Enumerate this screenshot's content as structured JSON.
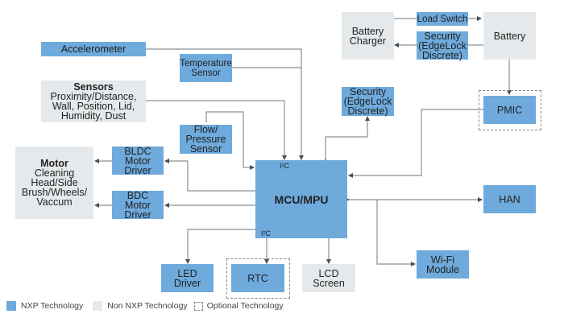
{
  "blocks": {
    "accelerometer": "Accelerometer",
    "temperature_sensor": [
      "Temperature",
      "Sensor"
    ],
    "sensors": {
      "title": "Sensors",
      "lines": [
        "Proximity/Distance,",
        "Wall, Position, Lid,",
        "Humidity, Dust"
      ]
    },
    "flow_sensor": [
      "Flow/",
      "Pressure",
      "Sensor"
    ],
    "motor": {
      "title": "Motor",
      "lines": [
        "Cleaning",
        "Head/Side",
        "Brush/Wheels/",
        "Vaccum"
      ]
    },
    "bldc_driver": [
      "BLDC",
      "Motor",
      "Driver"
    ],
    "bdc_driver": [
      "BDC",
      "Motor",
      "Driver"
    ],
    "mcu": "MCU/MPU",
    "i2c_top": "I²C",
    "i2c_bottom": "I²C",
    "security_main": [
      "Security",
      "(EdgeLock",
      "Discrete)"
    ],
    "battery_charger": [
      "Battery",
      "Charger"
    ],
    "load_switch": "Load Switch",
    "security_battery": [
      "Security",
      "(EdgeLock",
      "Discrete)"
    ],
    "battery": "Battery",
    "pmic": "PMIC",
    "han": "HAN",
    "wifi": [
      "Wi-Fi",
      "Module"
    ],
    "led_driver": [
      "LED",
      "Driver"
    ],
    "rtc": "RTC",
    "lcd": [
      "LCD",
      "Screen"
    ]
  },
  "legend": {
    "nxp": "NXP Technology",
    "non_nxp": "Non NXP Technology",
    "optional": "Optional Technology"
  },
  "colors": {
    "nxp": "#6eaadc",
    "non_nxp": "#e6e9eb",
    "wire": "#8a9096",
    "arrow": "#4a4f55"
  }
}
